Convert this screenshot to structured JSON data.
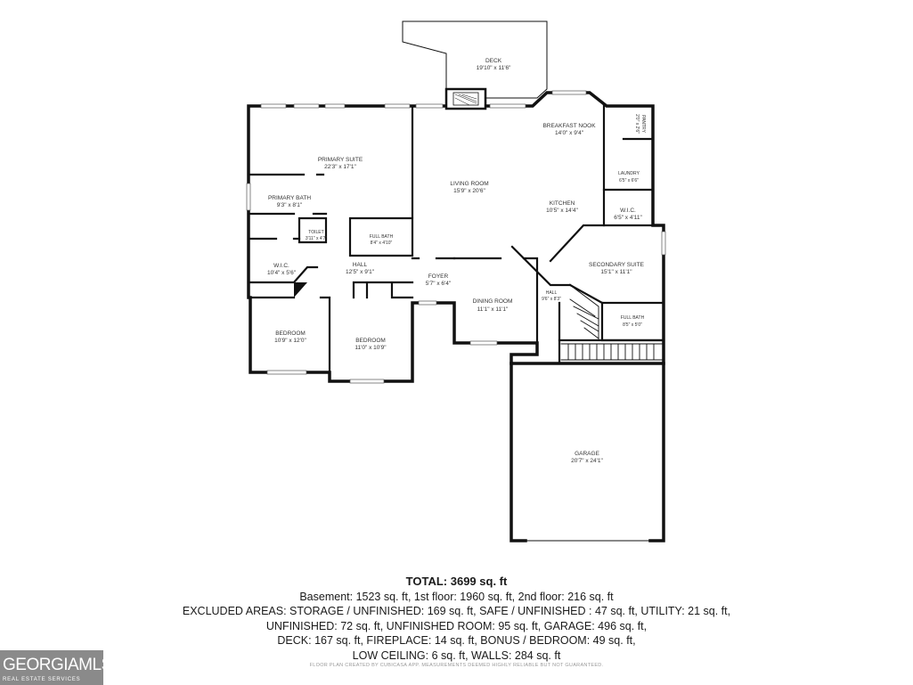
{
  "rooms": {
    "deck": {
      "name": "DECK",
      "dim": "19'10\" x 11'6\""
    },
    "breakfast_nook": {
      "name": "BREAKFAST NOOK",
      "dim": "14'0\" x 9'4\""
    },
    "pantry": {
      "name": "PANTRY",
      "dim": "2'0\" x 2'6\""
    },
    "laundry": {
      "name": "LAUNDRY",
      "dim": "6'5\" x 6'6\""
    },
    "primary_suite": {
      "name": "PRIMARY SUITE",
      "dim": "22'3\" x 17'1\""
    },
    "living_room": {
      "name": "LIVING ROOM",
      "dim": "15'9\" x 20'6\""
    },
    "kitchen": {
      "name": "KITCHEN",
      "dim": "10'5\" x 14'4\""
    },
    "wic_right": {
      "name": "W.I.C.",
      "dim": "6'5\" x 4'11\""
    },
    "primary_bath": {
      "name": "PRIMARY BATH",
      "dim": "9'3\" x 8'1\""
    },
    "toilet": {
      "name": "TOILET",
      "dim": "3'11\" x 4'7\""
    },
    "full_bath_left": {
      "name": "FULL BATH",
      "dim": "8'4\" x 4'10\""
    },
    "secondary_suite": {
      "name": "SECONDARY SUITE",
      "dim": "15'1\" x 11'1\""
    },
    "wic_left": {
      "name": "W.I.C.",
      "dim": "10'4\" x 5'6\""
    },
    "hall_main": {
      "name": "HALL",
      "dim": "12'5\" x 9'1\""
    },
    "foyer": {
      "name": "FOYER",
      "dim": "5'7\" x 6'4\""
    },
    "dining_room": {
      "name": "DINING ROOM",
      "dim": "11'1\" x 11'1\""
    },
    "hall_small": {
      "name": "HALL",
      "dim": "9'6\" x 8'3\""
    },
    "full_bath_right": {
      "name": "FULL BATH",
      "dim": "8'5\" x 5'0\""
    },
    "bedroom_left": {
      "name": "BEDROOM",
      "dim": "10'9\" x 12'0\""
    },
    "bedroom_mid": {
      "name": "BEDROOM",
      "dim": "11'0\" x 10'9\""
    },
    "garage": {
      "name": "GARAGE",
      "dim": "20'7\" x 24'1\""
    }
  },
  "summary": {
    "total": "TOTAL: 3699 sq. ft",
    "line1": "Basement: 1523 sq. ft, 1st floor: 1960 sq. ft, 2nd floor: 216 sq. ft",
    "line2": "EXCLUDED AREAS: STORAGE / UNFINISHED: 169 sq. ft, SAFE / UNFINISHED : 47 sq. ft, UTILITY: 21 sq. ft,",
    "line3": "UNFINISHED: 72 sq. ft, UNFINISHED ROOM: 95 sq. ft, GARAGE: 496 sq. ft,",
    "line4": "DECK: 167 sq. ft, FIREPLACE: 14 sq. ft, BONUS / BEDROOM: 49 sq. ft,",
    "line5": "LOW CEILING: 6 sq. ft, WALLS: 284 sq. ft"
  },
  "disclaimer": "FLOOR PLAN CREATED BY CUBICASA APP. MEASUREMENTS DEEMED HIGHLY RELIABLE BUT NOT GUARANTEED.",
  "logo": {
    "brand": "GEORGIAMLS",
    "sub": "REAL ESTATE SERVICES"
  }
}
